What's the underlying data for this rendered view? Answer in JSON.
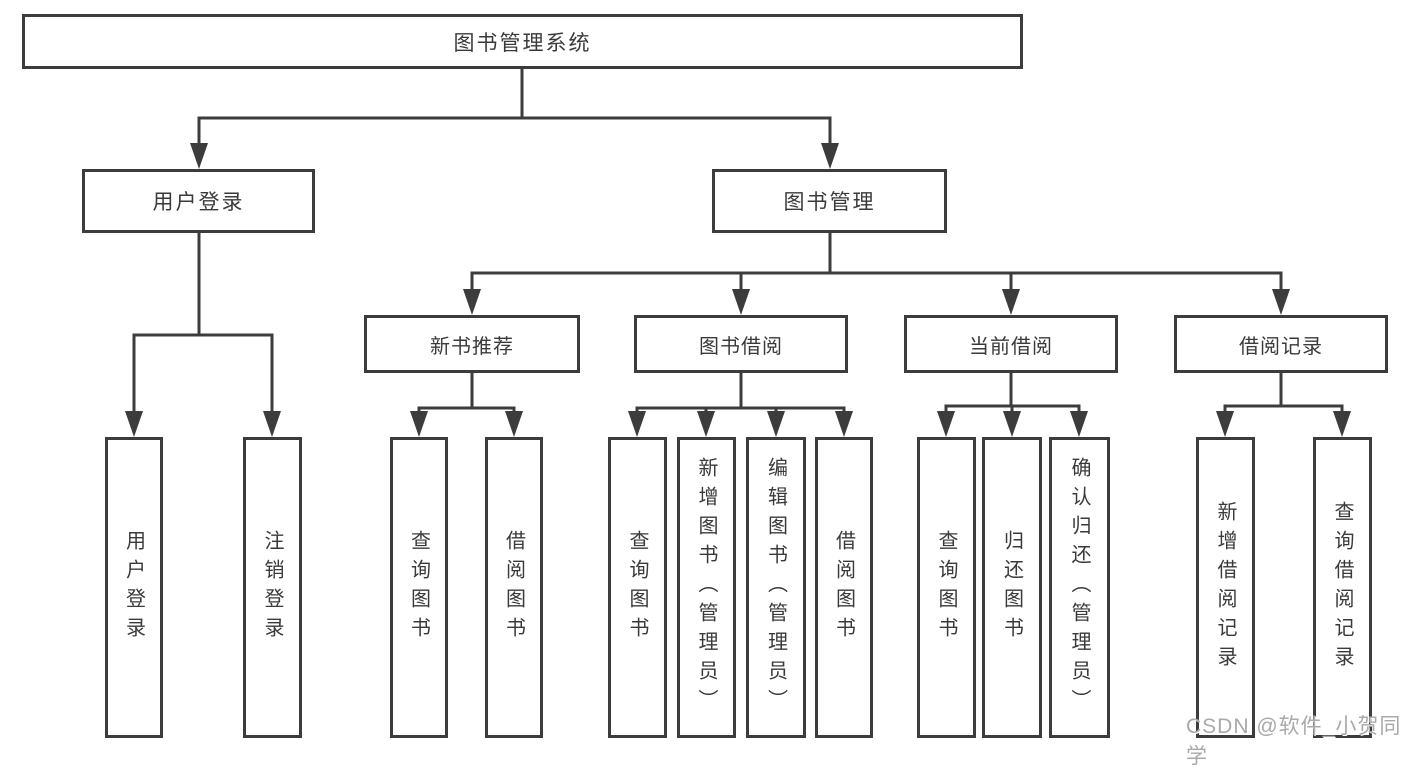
{
  "colors": {
    "line": "#3c3c3c",
    "box_border": "#3c3c3c",
    "text": "#3a3a3a",
    "background": "#ffffff",
    "watermark": "#a9a9a9"
  },
  "tree": {
    "label": "图书管理系统",
    "children": [
      {
        "label": "用户登录",
        "children": [
          {
            "label": "用户登录"
          },
          {
            "label": "注销登录"
          }
        ]
      },
      {
        "label": "图书管理",
        "children": [
          {
            "label": "新书推荐",
            "children": [
              {
                "label": "查询图书"
              },
              {
                "label": "借阅图书"
              }
            ]
          },
          {
            "label": "图书借阅",
            "children": [
              {
                "label": "查询图书"
              },
              {
                "label": "新增图书（管理员）"
              },
              {
                "label": "编辑图书（管理员）"
              },
              {
                "label": "借阅图书"
              }
            ]
          },
          {
            "label": "当前借阅",
            "children": [
              {
                "label": "查询图书"
              },
              {
                "label": "归还图书"
              },
              {
                "label": "确认归还（管理员）"
              }
            ]
          },
          {
            "label": "借阅记录",
            "children": [
              {
                "label": "新增借阅记录"
              },
              {
                "label": "查询借阅记录"
              }
            ]
          }
        ]
      }
    ]
  },
  "watermark": {
    "text": "CSDN @软件_小贺同学"
  }
}
